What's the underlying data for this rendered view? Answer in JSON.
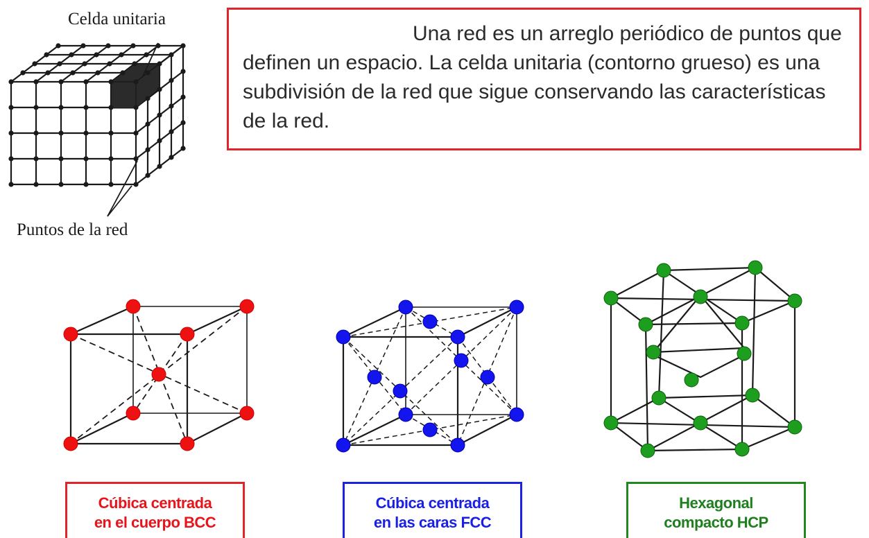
{
  "lattice": {
    "unit_cell_label": "Celda unitaria",
    "lattice_points_label": "Puntos de la red"
  },
  "definition": {
    "text": "Una red es un arreglo periódico de puntos que definen un espacio. La celda unitaria (contorno grueso) es una subdivisión de la red que sigue conservando las características de la red."
  },
  "structures": {
    "bcc": {
      "caption_line1": "Cúbica centrada",
      "caption_line2": "en el cuerpo BCC",
      "color": "#e8141c"
    },
    "fcc": {
      "caption_line1": "Cúbica centrada",
      "caption_line2": "en las caras FCC",
      "color": "#1a1fe6"
    },
    "hcp": {
      "caption_line1": "Hexagonal",
      "caption_line2": "compacto HCP",
      "color": "#1f7f1f"
    }
  },
  "colors": {
    "definition_border": "#e0242a",
    "line": "#1a1a1a"
  }
}
